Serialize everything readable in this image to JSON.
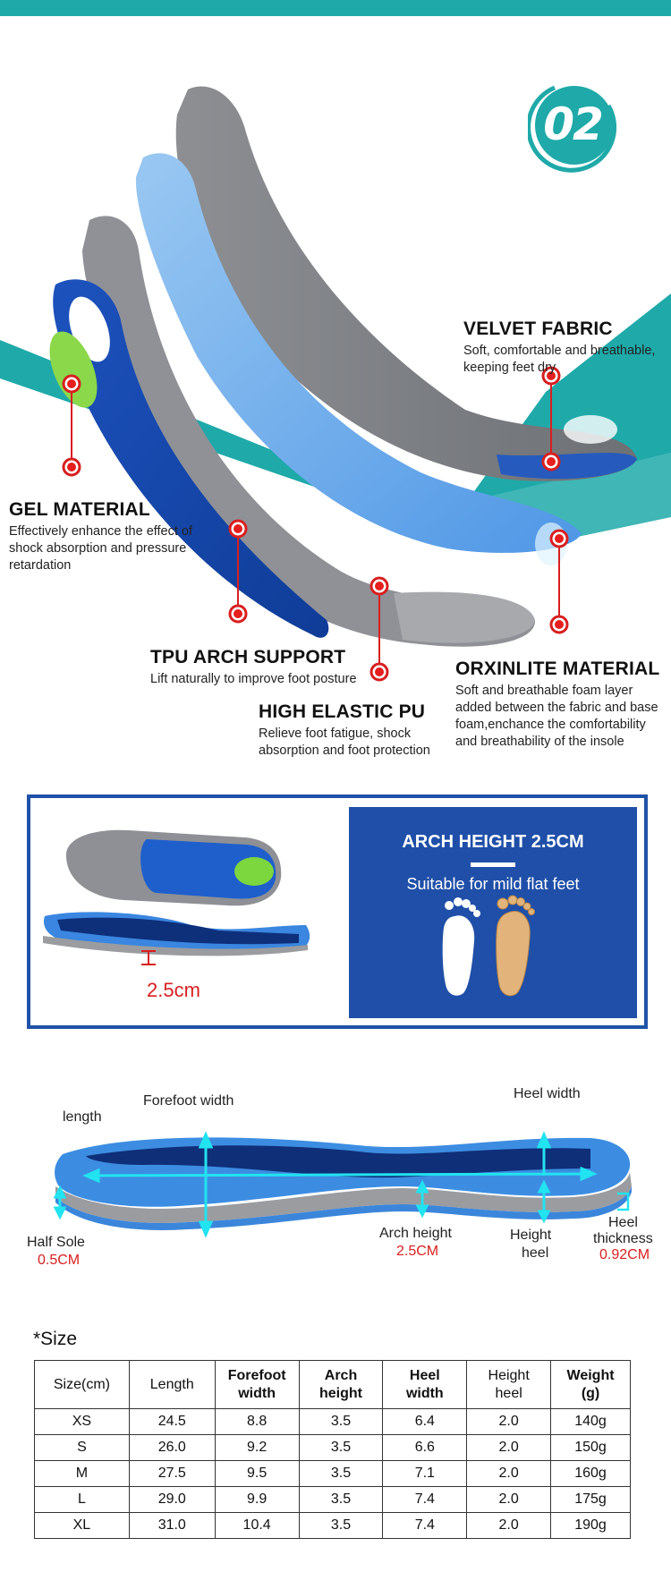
{
  "badge": {
    "number": "02"
  },
  "layers": [
    {
      "title": "VELVET FABRIC",
      "desc": "Soft, comfortable and breathable, keeping feet dry"
    },
    {
      "title": "GEL MATERIAL",
      "desc": "Effectively enhance the effect of shock absorption and pressure retardation"
    },
    {
      "title": "TPU ARCH SUPPORT",
      "desc": "Lift naturally to improve foot posture"
    },
    {
      "title": "HIGH ELASTIC PU",
      "desc": "Relieve foot fatigue, shock absorption and foot protection"
    },
    {
      "title": "ORXINLITE MATERIAL",
      "desc": "Soft and breathable foam layer added between the fabric and base foam,enchance the comfortability and breathability of the insole"
    }
  ],
  "arch": {
    "title": "ARCH HEIGHT 2.5CM",
    "subtitle": "Suitable for mild flat feet",
    "height_label": "2.5cm"
  },
  "measurements": {
    "length": "length",
    "forefoot_width": "Forefoot width",
    "heel_width": "Heel width",
    "half_sole": "Half Sole",
    "half_sole_value": "0.5CM",
    "arch_height": "Arch height",
    "arch_height_value": "2.5CM",
    "height_heel_1": "Height",
    "height_heel_2": "heel",
    "heel_thickness_1": "Heel",
    "heel_thickness_2": "thickness",
    "heel_thickness_value": "0.92CM"
  },
  "size_table": {
    "heading": "*Size",
    "headers": [
      {
        "l1": "Size(cm)",
        "l2": ""
      },
      {
        "l1": "Length",
        "l2": ""
      },
      {
        "l1": "Forefoot",
        "l2": "width"
      },
      {
        "l1": "Arch",
        "l2": "height"
      },
      {
        "l1": "Heel",
        "l2": "width"
      },
      {
        "l1": "Height",
        "l2": "heel"
      },
      {
        "l1": "Weight",
        "l2": "(g)"
      }
    ],
    "rows": [
      [
        "XS",
        "24.5",
        "8.8",
        "3.5",
        "6.4",
        "2.0",
        "140g"
      ],
      [
        "S",
        "26.0",
        "9.2",
        "3.5",
        "6.6",
        "2.0",
        "150g"
      ],
      [
        "M",
        "27.5",
        "9.5",
        "3.5",
        "7.1",
        "2.0",
        "160g"
      ],
      [
        "L",
        "29.0",
        "9.9",
        "3.5",
        "7.4",
        "2.0",
        "175g"
      ],
      [
        "XL",
        "31.0",
        "10.4",
        "3.5",
        "7.4",
        "2.0",
        "190g"
      ]
    ]
  },
  "colors": {
    "teal": "#1fa9a9",
    "navy": "#1f4fa8",
    "red": "#d81f1f",
    "cyan": "#22e3f0"
  }
}
